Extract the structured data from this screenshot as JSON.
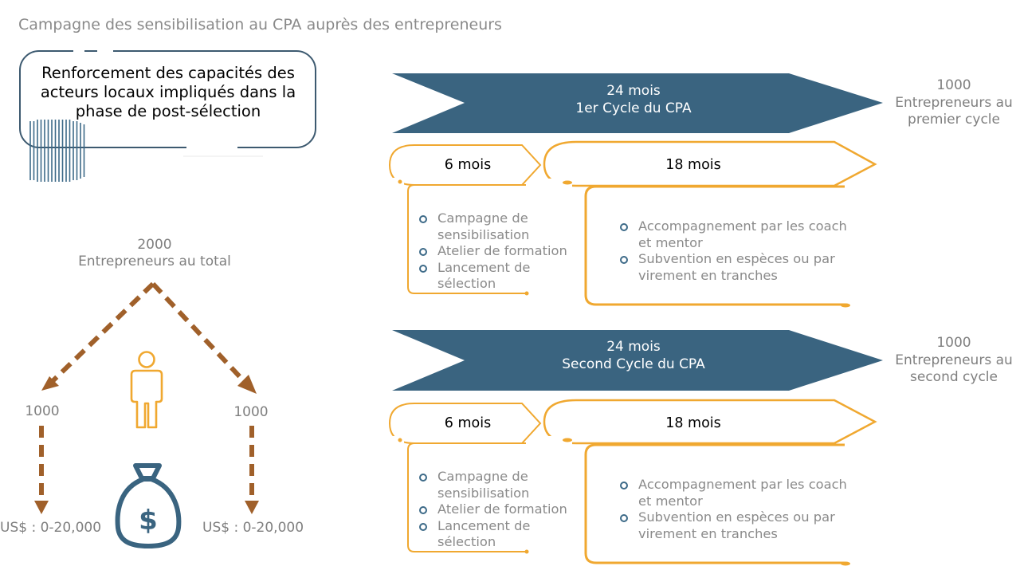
{
  "title": "Campagne des sensibilisation au CPA auprès des entrepreneurs",
  "callout": "Renforcement des capacités des acteurs locaux impliqués dans la phase de post-sélection",
  "total": {
    "value": "2000",
    "label": "Entrepreneurs au total"
  },
  "branches": [
    {
      "count": "1000",
      "amount": "US$ : 0-20,000"
    },
    {
      "count": "1000",
      "amount": "US$ : 0-20,000"
    }
  ],
  "cycles": [
    {
      "duration": "24 mois",
      "name": "1er Cycle du CPA",
      "side_count": "1000",
      "side_label_1": "Entrepreneurs au",
      "side_label_2": "premier cycle",
      "phase1": {
        "duration": "6 mois",
        "items": [
          "Campagne de sensibilisation",
          "Atelier de formation",
          "Lancement de sélection"
        ]
      },
      "phase2": {
        "duration": "18 mois",
        "items": [
          "Accompagnement par les coach et mentor",
          "Subvention en espèces ou par virement en tranches"
        ]
      }
    },
    {
      "duration": "24 mois",
      "name": "Second Cycle du CPA",
      "side_count": "1000",
      "side_label_1": "Entrepreneurs au",
      "side_label_2": "second cycle",
      "phase1": {
        "duration": "6 mois",
        "items": [
          "Campagne de sensibilisation",
          "Atelier de formation",
          "Lancement de sélection"
        ]
      },
      "phase2": {
        "duration": "18 mois",
        "items": [
          "Accompagnement par les coach et mentor",
          "Subvention en espèces ou par virement en tranches"
        ]
      }
    }
  ],
  "icons": {
    "person": "person-icon",
    "money": "money-bag-icon"
  },
  "colors": {
    "navy": "#3a6480",
    "orange": "#f0a830",
    "brown": "#a0602a",
    "gray": "#7f7f7f"
  }
}
